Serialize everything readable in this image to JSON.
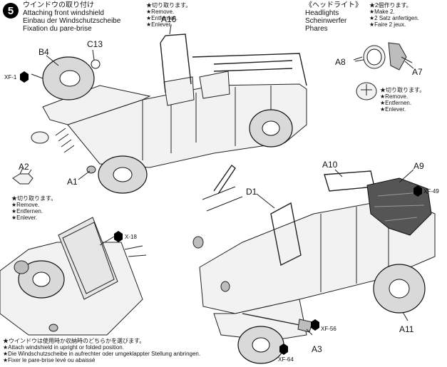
{
  "step": {
    "number": "5",
    "title_jp": "ウインドウの取り付け",
    "title_en": "Attaching front windshield",
    "title_de": "Einbau der Windschutzscheibe",
    "title_fr": "Fixation du pare-brise"
  },
  "remove_note_top": {
    "jp": "★切り取ります。",
    "en": "★Remove.",
    "de": "★Entfernen.",
    "fr": "★Enlever."
  },
  "headlights": {
    "title_jp": "《ヘッドライト》",
    "title_en": "Headlights",
    "title_de": "Scheinwerfer",
    "title_fr": "Phares",
    "make_jp": "★2個作ります。",
    "make_en": "★Make 2.",
    "make_de": "★2 Satz anfertigen.",
    "make_fr": "★Faire 2 jeux."
  },
  "remove_note_right": {
    "jp": "★切り取ります。",
    "en": "★Remove.",
    "de": "★Entfernen.",
    "fr": "★Enlever."
  },
  "remove_note_left": {
    "jp": "★切り取ります。",
    "en": "★Remove.",
    "de": "★Entfernen.",
    "fr": "★Enlever."
  },
  "parts": {
    "a16": "A16",
    "b4": "B4",
    "c13": "C13",
    "xf1": "XF-1",
    "a2": "A2",
    "a1": "A1",
    "a8": "A8",
    "a7": "A7",
    "a10": "A10",
    "a9": "A9",
    "xf49": "XF-49",
    "d1": "D1",
    "x18": "X-18",
    "xf56": "XF-56",
    "a3": "A3",
    "xf64": "XF-64",
    "a11": "A11"
  },
  "bottom_note": {
    "jp": "★ウインドウは使用時か収納時のどちらかを選びます。",
    "en": "★Attach windshield in upright or folded position.",
    "de": "★Die Windschutzscheibe in aufrechter oder umgeklappter Stellung anbringen.",
    "fr": "★Fixer le pare-brise levé ou abaissé"
  },
  "colors": {
    "ink": "#111111",
    "paper": "#ffffff",
    "canvas_tarp": "#555555"
  }
}
